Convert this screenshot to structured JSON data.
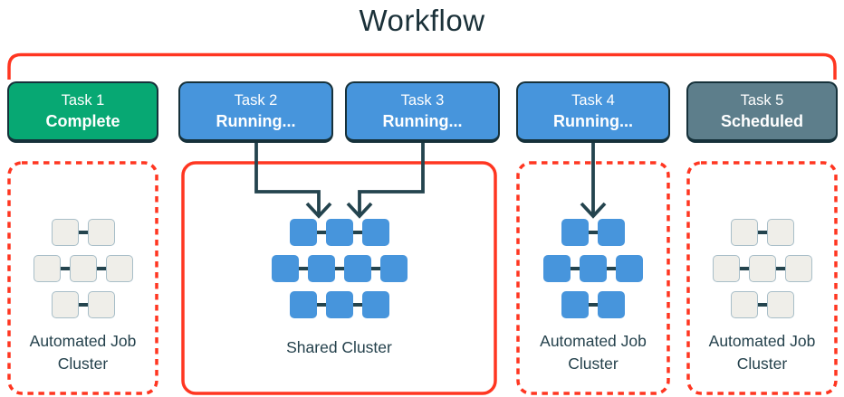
{
  "title": "Workflow",
  "colors": {
    "accent_red": "#FF3621",
    "task_complete_green": "#07A873",
    "task_running_blue": "#4795DC",
    "task_scheduled_slate": "#5D7E8B",
    "title_text": "#1B3139",
    "cluster_label_text": "#24414C",
    "node_neutral_fill": "#EFEEE9",
    "node_neutral_border": "#A8BEC8",
    "node_blue_fill": "#4795DC",
    "arrow_dark": "#24444E"
  },
  "tasks": [
    {
      "name": "Task 1",
      "status": "Complete",
      "color": "#07A873"
    },
    {
      "name": "Task 2",
      "status": "Running...",
      "color": "#4795DC"
    },
    {
      "name": "Task 3",
      "status": "Running...",
      "color": "#4795DC"
    },
    {
      "name": "Task 4",
      "status": "Running...",
      "color": "#4795DC"
    },
    {
      "name": "Task 5",
      "status": "Scheduled",
      "color": "#5D7E8B"
    }
  ],
  "clusters": [
    {
      "label": "Automated Job Cluster",
      "border_style": "dotted",
      "node_color": "neutral",
      "node_rows": [
        2,
        3,
        2
      ]
    },
    {
      "label": "Shared Cluster",
      "border_style": "solid",
      "node_color": "blue",
      "node_rows": [
        3,
        4,
        3
      ]
    },
    {
      "label": "Automated Job Cluster",
      "border_style": "dotted",
      "node_color": "blue",
      "node_rows": [
        2,
        3,
        2
      ]
    },
    {
      "label": "Automated Job Cluster",
      "border_style": "dotted",
      "node_color": "neutral",
      "node_rows": [
        2,
        3,
        2
      ]
    }
  ],
  "arrows": [
    {
      "from": "Task 2",
      "to": "Shared Cluster"
    },
    {
      "from": "Task 3",
      "to": "Shared Cluster"
    },
    {
      "from": "Task 4",
      "to": "Automated Job Cluster"
    }
  ]
}
